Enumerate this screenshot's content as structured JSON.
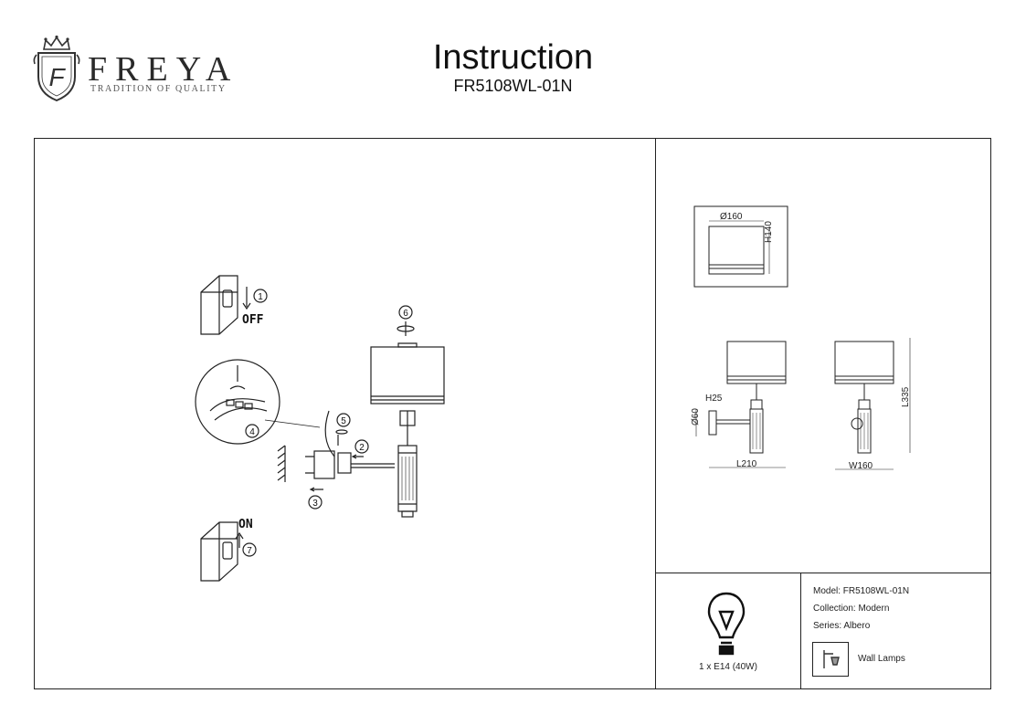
{
  "brand": {
    "name": "FREYA",
    "tagline": "TRADITION OF QUALITY",
    "logo_monogram": "F"
  },
  "header": {
    "title": "Instruction",
    "model_code": "FR5108WL-01N"
  },
  "assembly": {
    "steps": [
      "1",
      "2",
      "3",
      "4",
      "5",
      "6",
      "7"
    ],
    "switch_off_label": "OFF",
    "switch_on_label": "ON"
  },
  "dimensions": {
    "shade_diameter": "Ø160",
    "shade_height": "H140",
    "base_height": "H25",
    "base_diameter": "Ø60",
    "length": "L210",
    "width": "W160",
    "total_length": "L335"
  },
  "bulb": {
    "icon": "light-bulb-icon",
    "spec": "1 x E14 (40W)"
  },
  "product_info": {
    "model": "Model: FR5108WL-01N",
    "collection": "Collection: Modern",
    "series": "Series: Albero",
    "category_icon": "wall-lamp-icon",
    "category": "Wall Lamps"
  }
}
